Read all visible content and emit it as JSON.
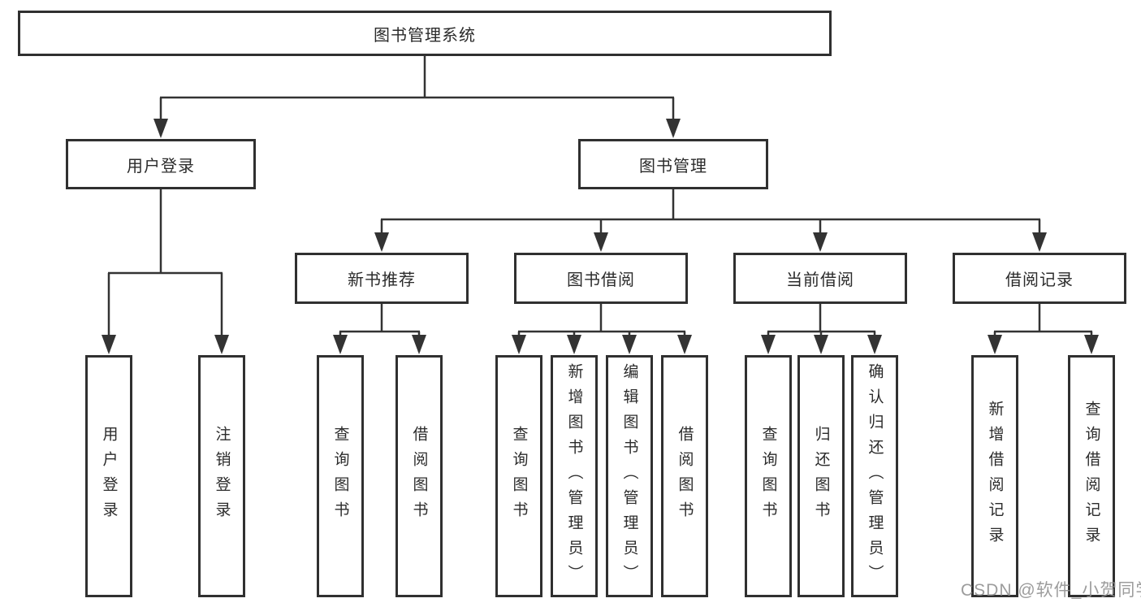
{
  "diagram": {
    "title": "图书管理系统",
    "tree": {
      "root": "图书管理系统",
      "branches": [
        {
          "label": "用户登录",
          "leaves": [
            "用户登录",
            "注销登录"
          ]
        },
        {
          "label": "图书管理",
          "sections": [
            {
              "label": "新书推荐",
              "leaves": [
                "查询图书",
                "借阅图书"
              ]
            },
            {
              "label": "图书借阅",
              "leaves": [
                "查询图书",
                "新增图书（管理员）",
                "编辑图书（管理员）",
                "借阅图书"
              ]
            },
            {
              "label": "当前借阅",
              "leaves": [
                "查询图书",
                "归还图书",
                "确认归还（管理员）"
              ]
            },
            {
              "label": "借阅记录",
              "leaves": [
                "新增借阅记录",
                "查询借阅记录"
              ]
            }
          ]
        }
      ]
    },
    "colors": {
      "line": "#333333",
      "box_border": "#303030",
      "text": "#2b2b2b",
      "background": "#ffffff",
      "watermark": "#8e8e8e"
    }
  },
  "watermark": {
    "text": "CSDN @软件_小贺同学"
  }
}
